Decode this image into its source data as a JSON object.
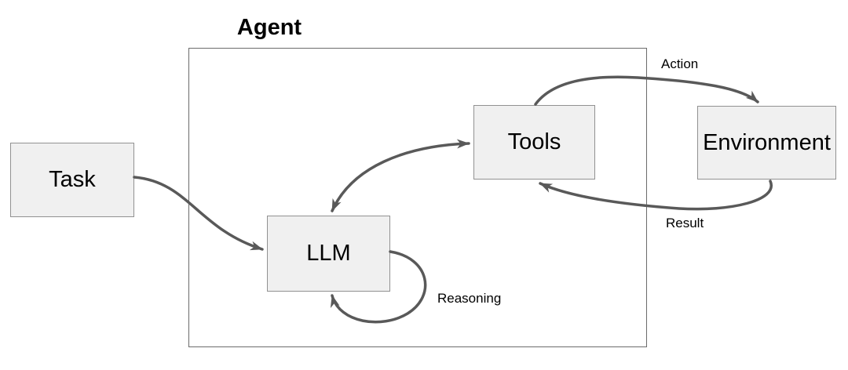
{
  "diagram": {
    "container": {
      "title": "Agent"
    },
    "nodes": [
      {
        "id": "task",
        "label": "Task"
      },
      {
        "id": "llm",
        "label": "LLM"
      },
      {
        "id": "tools",
        "label": "Tools"
      },
      {
        "id": "environment",
        "label": "Environment"
      }
    ],
    "edges": [
      {
        "id": "task-to-llm",
        "from": "task",
        "to": "llm",
        "label": ""
      },
      {
        "id": "llm-tools-bidirectional",
        "from": "llm",
        "to": "tools",
        "label": "",
        "bidirectional": true
      },
      {
        "id": "tools-to-environment",
        "from": "tools",
        "to": "environment",
        "label": "Action"
      },
      {
        "id": "environment-to-tools",
        "from": "environment",
        "to": "tools",
        "label": "Result"
      },
      {
        "id": "llm-self-loop",
        "from": "llm",
        "to": "llm",
        "label": "Reasoning"
      }
    ],
    "edge_labels": {
      "action": "Action",
      "result": "Result",
      "reasoning": "Reasoning"
    },
    "colors": {
      "background": "#ffffff",
      "node_fill": "#f0f0f0",
      "node_border": "#919191",
      "container_border": "#6b6b6b",
      "arrow": "#595959",
      "text": "#000000"
    }
  }
}
